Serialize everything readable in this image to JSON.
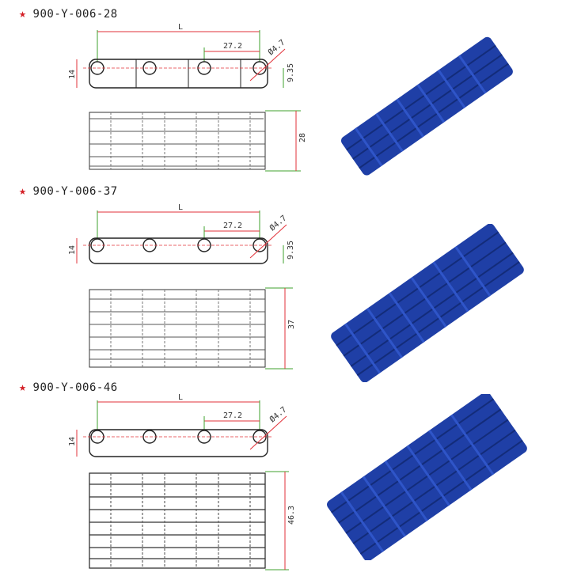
{
  "sections": [
    {
      "model": "900-Y-006-28",
      "dims": {
        "length": "L",
        "pitch": "27.2",
        "hole": "Ø4.7",
        "height": "14",
        "center": "9.35",
        "width": "28"
      },
      "belt_rows": 3
    },
    {
      "model": "900-Y-006-37",
      "dims": {
        "length": "L",
        "pitch": "27.2",
        "hole": "Ø4.7",
        "height": "14",
        "center": "9.35",
        "width": "37"
      },
      "belt_rows": 4
    },
    {
      "model": "900-Y-006-46",
      "dims": {
        "length": "L",
        "pitch": "27.2",
        "hole": "Ø4.7",
        "height": "14",
        "center": "",
        "width": "46.3"
      },
      "belt_rows": 5
    }
  ],
  "colors": {
    "dimension": "#e2323a",
    "green_line": "#3fa12e",
    "belt_blue": "#1f3fa6",
    "star": "#d41f26"
  }
}
